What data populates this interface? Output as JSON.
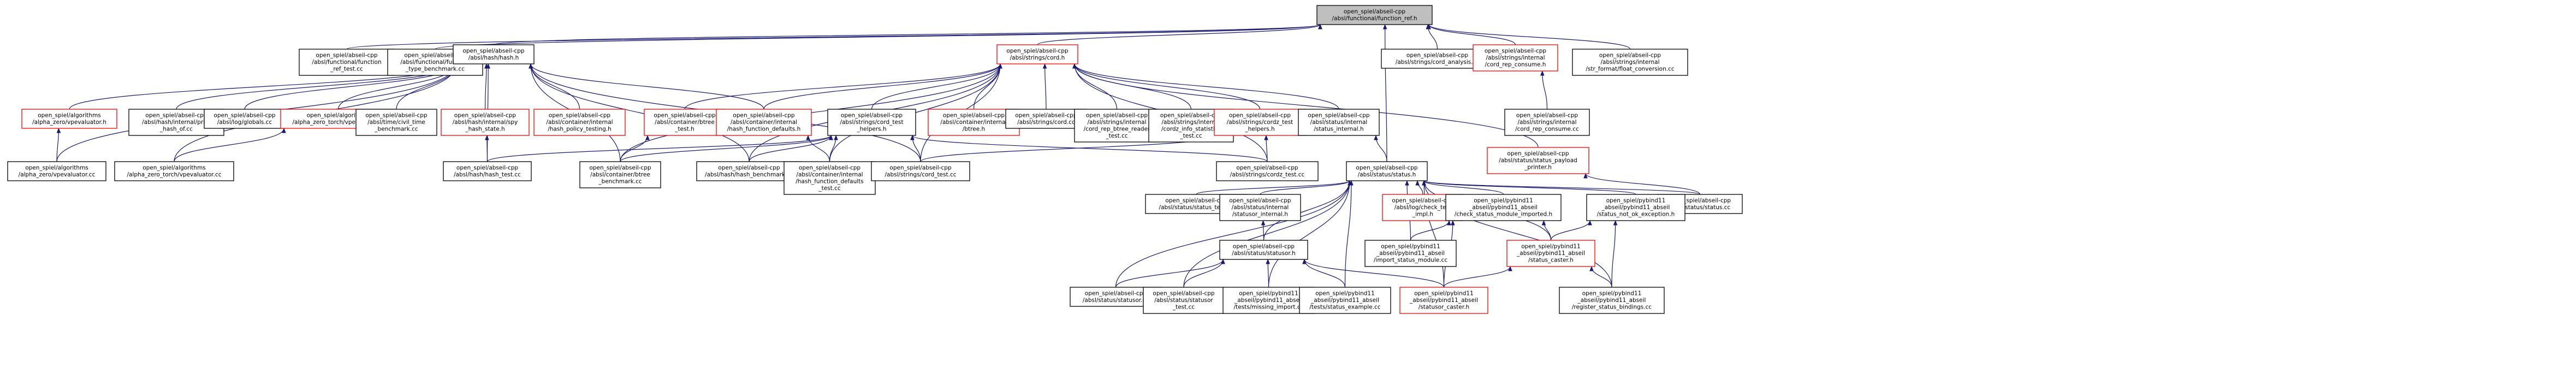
{
  "colors": {
    "root_fill": "#bfbfbf",
    "node_fill": "#ffffff",
    "node_border_default": "#000000",
    "node_border_red": "#ff0000",
    "edge": "#191970"
  },
  "nodes": [
    {
      "id": "root",
      "lines": [
        "open_spiel/abseil-cpp",
        "/absl/functional/function_ref.h"
      ],
      "border": "black",
      "root": true
    },
    {
      "id": "fn_ref_test",
      "lines": [
        "open_spiel/abseil-cpp",
        "/absl/functional/function",
        "_ref_test.cc"
      ],
      "border": "black"
    },
    {
      "id": "fn_type_bench",
      "lines": [
        "open_spiel/abseil-cpp",
        "/absl/functional/function",
        "_type_benchmark.cc"
      ],
      "border": "black"
    },
    {
      "id": "hash_h",
      "lines": [
        "open_spiel/abseil-cpp",
        "/absl/hash/hash.h"
      ],
      "border": "black"
    },
    {
      "id": "cord_h",
      "lines": [
        "open_spiel/abseil-cpp",
        "/absl/strings/cord.h"
      ],
      "border": "red"
    },
    {
      "id": "cord_analysis",
      "lines": [
        "open_spiel/abseil-cpp",
        "/absl/strings/cord_analysis.cc"
      ],
      "border": "black"
    },
    {
      "id": "cord_rep_consume_h",
      "lines": [
        "open_spiel/abseil-cpp",
        "/absl/strings/internal",
        "/cord_rep_consume.h"
      ],
      "border": "red"
    },
    {
      "id": "str_format_float",
      "lines": [
        "open_spiel/abseil-cpp",
        "/absl/strings/internal",
        "/str_format/float_conversion.cc"
      ],
      "border": "black"
    },
    {
      "id": "cord_rep_consume_cc",
      "lines": [
        "open_spiel/abseil-cpp",
        "/absl/strings/internal",
        "/cord_rep_consume.cc"
      ],
      "border": "black"
    },
    {
      "id": "alpha_zero_h",
      "lines": [
        "open_spiel/algorithms",
        "/alpha_zero/vpevaluator.h"
      ],
      "border": "red"
    },
    {
      "id": "hash_print_test",
      "lines": [
        "open_spiel/abseil-cpp",
        "/absl/hash/internal/print",
        "_hash_of.cc"
      ],
      "border": "black"
    },
    {
      "id": "flags_globals",
      "lines": [
        "open_spiel/abseil-cpp",
        "/absl/log/globals.cc"
      ],
      "border": "black"
    },
    {
      "id": "alpha_zero_torch_h",
      "lines": [
        "open_spiel/algorithms",
        "/alpha_zero_torch/vpevaluator.h"
      ],
      "border": "red"
    },
    {
      "id": "civil_time_bench",
      "lines": [
        "open_spiel/abseil-cpp",
        "/absl/time/civil_time",
        "_benchmark.cc"
      ],
      "border": "black"
    },
    {
      "id": "spy_hash_state",
      "lines": [
        "open_spiel/abseil-cpp",
        "/absl/hash/internal/spy",
        "_hash_state.h"
      ],
      "border": "red"
    },
    {
      "id": "hash_policy_testing",
      "lines": [
        "open_spiel/abseil-cpp",
        "/absl/container/internal",
        "/hash_policy_testing.h"
      ],
      "border": "red"
    },
    {
      "id": "btree_test_h",
      "lines": [
        "open_spiel/abseil-cpp",
        "/absl/container/btree",
        "_test.h"
      ],
      "border": "red"
    },
    {
      "id": "hash_fn_defaults_h",
      "lines": [
        "open_spiel/abseil-cpp",
        "/absl/container/internal",
        "/hash_function_defaults.h"
      ],
      "border": "red"
    },
    {
      "id": "cord_test_helpers",
      "lines": [
        "open_spiel/abseil-cpp",
        "/absl/strings/cord_test",
        "_helpers.h"
      ],
      "border": "black"
    },
    {
      "id": "btree_internal",
      "lines": [
        "open_spiel/abseil-cpp",
        "/absl/container/internal",
        "/btree.h"
      ],
      "border": "red"
    },
    {
      "id": "cord_cc",
      "lines": [
        "open_spiel/abseil-cpp",
        "/absl/strings/cord.cc"
      ],
      "border": "black"
    },
    {
      "id": "cord_rep_btree_reader_test",
      "lines": [
        "open_spiel/abseil-cpp",
        "/absl/strings/internal",
        "/cord_rep_btree_reader",
        "_test.cc"
      ],
      "border": "black"
    },
    {
      "id": "cordz_info_stats_test",
      "lines": [
        "open_spiel/abseil-cpp",
        "/absl/strings/internal",
        "/cordz_info_statistics",
        "_test.cc"
      ],
      "border": "black"
    },
    {
      "id": "cordz_test_helpers",
      "lines": [
        "open_spiel/abseil-cpp",
        "/absl/strings/cordz_test",
        "_helpers.h"
      ],
      "border": "red"
    },
    {
      "id": "status_internal_h",
      "lines": [
        "open_spiel/abseil-cpp",
        "/absl/status/internal",
        "/status_internal.h"
      ],
      "border": "black"
    },
    {
      "id": "status_payload_printer",
      "lines": [
        "open_spiel/abseil-cpp",
        "/absl/status/status_payload",
        "_printer.h"
      ],
      "border": "red"
    },
    {
      "id": "alpha_zero_cc",
      "lines": [
        "open_spiel/algorithms",
        "/alpha_zero/vpevaluator.cc"
      ],
      "border": "black"
    },
    {
      "id": "alpha_zero_torch_cc",
      "lines": [
        "open_spiel/algorithms",
        "/alpha_zero_torch/vpevaluator.cc"
      ],
      "border": "black"
    },
    {
      "id": "hash_test",
      "lines": [
        "open_spiel/abseil-cpp",
        "/absl/hash/hash_test.cc"
      ],
      "border": "black"
    },
    {
      "id": "btree_bench",
      "lines": [
        "open_spiel/abseil-cpp",
        "/absl/container/btree",
        "_benchmark.cc"
      ],
      "border": "black"
    },
    {
      "id": "hash_bench",
      "lines": [
        "open_spiel/abseil-cpp",
        "/absl/hash/hash_benchmark.cc"
      ],
      "border": "black"
    },
    {
      "id": "hash_fn_defaults_test",
      "lines": [
        "open_spiel/abseil-cpp",
        "/absl/container/internal",
        "/hash_function_defaults",
        "_test.cc"
      ],
      "border": "black"
    },
    {
      "id": "cord_test",
      "lines": [
        "open_spiel/abseil-cpp",
        "/absl/strings/cord_test.cc"
      ],
      "border": "black"
    },
    {
      "id": "cordz_test",
      "lines": [
        "open_spiel/abseil-cpp",
        "/absl/strings/cordz_test.cc"
      ],
      "border": "black"
    },
    {
      "id": "status_h",
      "lines": [
        "open_spiel/abseil-cpp",
        "/absl/status/status.h"
      ],
      "border": "black"
    },
    {
      "id": "status_cc",
      "lines": [
        "open_spiel/abseil-cpp",
        "/absl/status/status.cc"
      ],
      "border": "black"
    },
    {
      "id": "status_test",
      "lines": [
        "open_spiel/abseil-cpp",
        "/absl/status/status_test.cc"
      ],
      "border": "black"
    },
    {
      "id": "statusor_internal",
      "lines": [
        "open_spiel/abseil-cpp",
        "/absl/status/internal",
        "/statusor_internal.h"
      ],
      "border": "black"
    },
    {
      "id": "check_test_impl",
      "lines": [
        "open_spiel/abseil-cpp",
        "/absl/log/check_test",
        "_impl.h"
      ],
      "border": "red"
    },
    {
      "id": "check_status_module",
      "lines": [
        "open_spiel/pybind11",
        "_abseil/pybind11_abseil",
        "/check_status_module_imported.h"
      ],
      "border": "black"
    },
    {
      "id": "status_not_ok_exc",
      "lines": [
        "open_spiel/pybind11",
        "_abseil/pybind11_abseil",
        "/status_not_ok_exception.h"
      ],
      "border": "black"
    },
    {
      "id": "statusor_h",
      "lines": [
        "open_spiel/abseil-cpp",
        "/absl/status/statusor.h"
      ],
      "border": "black"
    },
    {
      "id": "import_status_module",
      "lines": [
        "open_spiel/pybind11",
        "_abseil/pybind11_abseil",
        "/import_status_module.cc"
      ],
      "border": "black"
    },
    {
      "id": "status_caster",
      "lines": [
        "open_spiel/pybind11",
        "_abseil/pybind11_abseil",
        "/status_caster.h"
      ],
      "border": "red"
    },
    {
      "id": "statusor_cc",
      "lines": [
        "open_spiel/abseil-cpp",
        "/absl/status/statusor.cc"
      ],
      "border": "black"
    },
    {
      "id": "statusor_test",
      "lines": [
        "open_spiel/abseil-cpp",
        "/absl/status/statusor",
        "_test.cc"
      ],
      "border": "black"
    },
    {
      "id": "missing_import",
      "lines": [
        "open_spiel/pybind11",
        "_abseil/pybind11_abseil",
        "/tests/missing_import.cc"
      ],
      "border": "black"
    },
    {
      "id": "status_example",
      "lines": [
        "open_spiel/pybind11",
        "_abseil/pybind11_abseil",
        "/tests/status_example.cc"
      ],
      "border": "black"
    },
    {
      "id": "statusor_caster",
      "lines": [
        "open_spiel/pybind11",
        "_abseil/pybind11_abseil",
        "/statusor_caster.h"
      ],
      "border": "red"
    },
    {
      "id": "register_status_bindings",
      "lines": [
        "open_spiel/pybind11",
        "_abseil/pybind11_abseil",
        "/register_status_bindings.cc"
      ],
      "border": "black"
    }
  ],
  "edges": [
    [
      "fn_ref_test",
      "root"
    ],
    [
      "fn_type_bench",
      "root"
    ],
    [
      "hash_h",
      "root"
    ],
    [
      "cord_h",
      "root"
    ],
    [
      "cord_analysis",
      "root"
    ],
    [
      "cord_rep_consume_h",
      "root"
    ],
    [
      "str_format_float",
      "root"
    ],
    [
      "status_h",
      "root"
    ],
    [
      "cord_rep_consume_cc",
      "cord_rep_consume_h"
    ],
    [
      "alpha_zero_h",
      "hash_h"
    ],
    [
      "hash_print_test",
      "hash_h"
    ],
    [
      "flags_globals",
      "hash_h"
    ],
    [
      "alpha_zero_torch_h",
      "hash_h"
    ],
    [
      "civil_time_bench",
      "hash_h"
    ],
    [
      "spy_hash_state",
      "hash_h"
    ],
    [
      "hash_policy_testing",
      "hash_h"
    ],
    [
      "hash_fn_defaults_h",
      "hash_h"
    ],
    [
      "hash_test",
      "hash_h"
    ],
    [
      "hash_bench",
      "hash_h"
    ],
    [
      "btree_bench",
      "hash_h"
    ],
    [
      "alpha_zero_cc",
      "hash_h"
    ],
    [
      "alpha_zero_torch_cc",
      "hash_h"
    ],
    [
      "cord_test",
      "hash_h"
    ],
    [
      "hash_test",
      "spy_hash_state"
    ],
    [
      "btree_test_h",
      "cord_h"
    ],
    [
      "hash_fn_defaults_h",
      "cord_h"
    ],
    [
      "cord_test_helpers",
      "cord_h"
    ],
    [
      "btree_internal",
      "cord_h"
    ],
    [
      "cord_cc",
      "cord_h"
    ],
    [
      "cord_rep_btree_reader_test",
      "cord_h"
    ],
    [
      "cordz_info_stats_test",
      "cord_h"
    ],
    [
      "cordz_test_helpers",
      "cord_h"
    ],
    [
      "status_internal_h",
      "cord_h"
    ],
    [
      "status_payload_printer",
      "cord_h"
    ],
    [
      "cord_test",
      "cord_h"
    ],
    [
      "cordz_test",
      "cord_h"
    ],
    [
      "btree_bench",
      "cord_h"
    ],
    [
      "hash_bench",
      "cord_h"
    ],
    [
      "hash_fn_defaults_test",
      "cord_h"
    ],
    [
      "alpha_zero_cc",
      "alpha_zero_h"
    ],
    [
      "alpha_zero_torch_cc",
      "alpha_zero_torch_h"
    ],
    [
      "btree_bench",
      "btree_test_h"
    ],
    [
      "hash_fn_defaults_test",
      "hash_fn_defaults_h"
    ],
    [
      "hash_test",
      "cord_test_helpers"
    ],
    [
      "btree_bench",
      "cord_test_helpers"
    ],
    [
      "hash_bench",
      "cord_test_helpers"
    ],
    [
      "hash_fn_defaults_test",
      "cord_test_helpers"
    ],
    [
      "cord_test",
      "cord_test_helpers"
    ],
    [
      "cordz_test",
      "cord_test_helpers"
    ],
    [
      "cord_test",
      "cordz_test_helpers"
    ],
    [
      "cordz_test",
      "cordz_test_helpers"
    ],
    [
      "status_h",
      "status_internal_h"
    ],
    [
      "status_cc",
      "status_payload_printer"
    ],
    [
      "status_cc",
      "status_h"
    ],
    [
      "status_test",
      "status_h"
    ],
    [
      "statusor_internal",
      "status_h"
    ],
    [
      "check_test_impl",
      "status_h"
    ],
    [
      "check_status_module",
      "status_h"
    ],
    [
      "status_not_ok_exc",
      "status_h"
    ],
    [
      "statusor_h",
      "status_h"
    ],
    [
      "import_status_module",
      "status_h"
    ],
    [
      "status_caster",
      "status_h"
    ],
    [
      "statusor_cc",
      "status_h"
    ],
    [
      "statusor_test",
      "status_h"
    ],
    [
      "missing_import",
      "status_h"
    ],
    [
      "status_example",
      "status_h"
    ],
    [
      "statusor_caster",
      "status_h"
    ],
    [
      "register_status_bindings",
      "status_h"
    ],
    [
      "statusor_h",
      "statusor_internal"
    ],
    [
      "import_status_module",
      "check_status_module"
    ],
    [
      "status_caster",
      "check_status_module"
    ],
    [
      "statusor_caster",
      "check_status_module"
    ],
    [
      "status_caster",
      "status_not_ok_exc"
    ],
    [
      "register_status_bindings",
      "status_not_ok_exc"
    ],
    [
      "statusor_cc",
      "statusor_h"
    ],
    [
      "statusor_test",
      "statusor_h"
    ],
    [
      "missing_import",
      "statusor_h"
    ],
    [
      "status_example",
      "statusor_h"
    ],
    [
      "statusor_caster",
      "statusor_h"
    ],
    [
      "statusor_caster",
      "status_caster"
    ],
    [
      "register_status_bindings",
      "status_caster"
    ]
  ]
}
